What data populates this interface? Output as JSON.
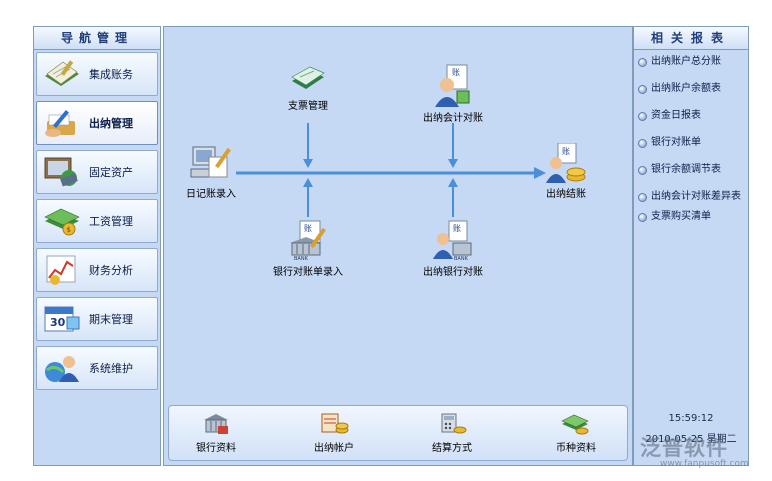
{
  "nav": {
    "title": "导航管理",
    "items": [
      {
        "label": "集成账务",
        "icon": "ledger-book-icon",
        "active": false
      },
      {
        "label": "出纳管理",
        "icon": "cashier-hand-pen-icon",
        "active": true
      },
      {
        "label": "固定资产",
        "icon": "fixed-assets-icon",
        "active": false
      },
      {
        "label": "工资管理",
        "icon": "salary-money-icon",
        "active": false
      },
      {
        "label": "财务分析",
        "icon": "analysis-chart-icon",
        "active": false
      },
      {
        "label": "期末管理",
        "icon": "calendar-30-icon",
        "active": false
      },
      {
        "label": "系统维护",
        "icon": "system-user-globe-icon",
        "active": false
      }
    ]
  },
  "diagram": {
    "check_management": "支票管理",
    "cashier_accounting_reconcile": "出纳会计对账",
    "journal_entry": "日记账录入",
    "cashier_closing": "出纳结账",
    "bank_statement_entry": "银行对账单录入",
    "cashier_bank_reconcile": "出纳银行对账"
  },
  "bottom_bar": [
    {
      "label": "银行资料",
      "icon": "bank-info-icon"
    },
    {
      "label": "出纳帐户",
      "icon": "cashier-account-icon"
    },
    {
      "label": "结算方式",
      "icon": "settlement-method-icon"
    },
    {
      "label": "币种资料",
      "icon": "currency-info-icon"
    }
  ],
  "reports": {
    "title": "相关报表",
    "items": [
      "出纳账户总分账",
      "出纳账户余额表",
      "资金日报表",
      "银行对账单",
      "银行余额调节表",
      "出纳会计对账差异表",
      "支票购买清单"
    ]
  },
  "status": {
    "time": "15:59:12",
    "date": "2010-05-25 星期二"
  },
  "watermark": {
    "brand": "泛普软件",
    "url": "www.fanpusoft.com"
  },
  "colors": {
    "panel_bg": "#c5d8f4",
    "border": "#7f9db9",
    "arrow": "#4a8fd8"
  }
}
